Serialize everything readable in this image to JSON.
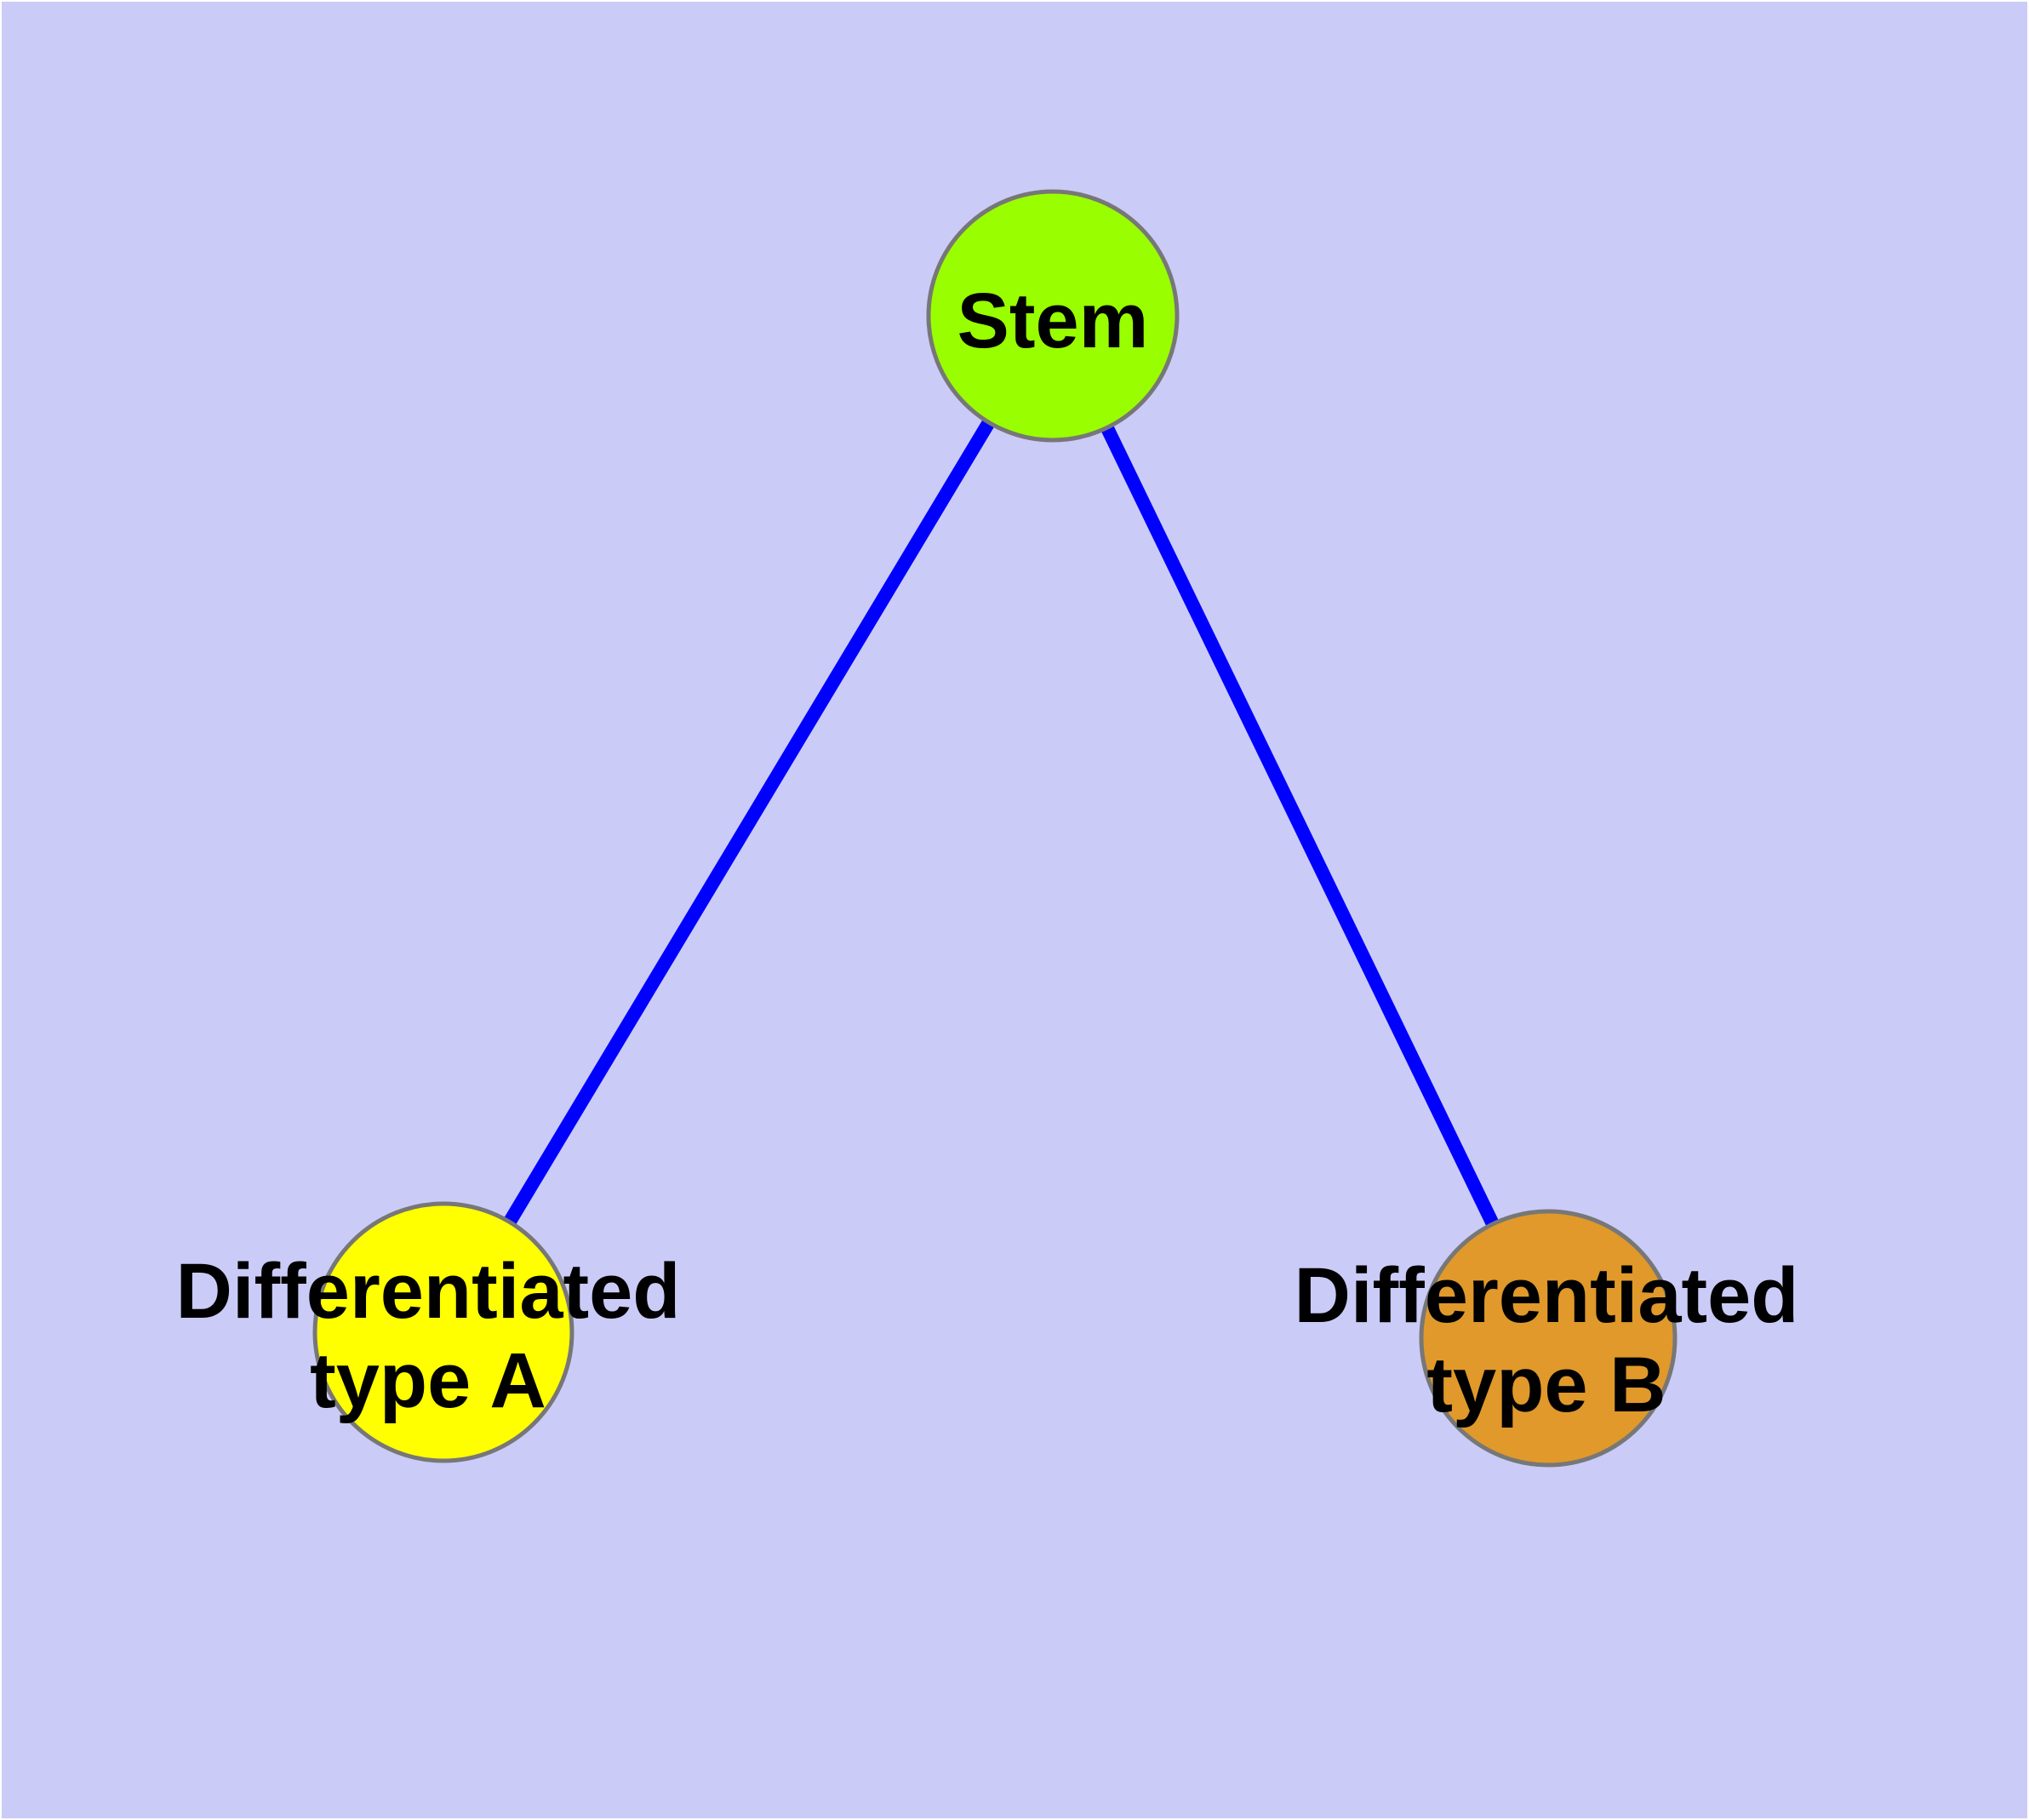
{
  "diagram": {
    "type": "node-link-graph",
    "background_color": "#CBCBF8",
    "page_border_color": "#FFFFFF",
    "edge_color": "#0000FF",
    "node_border_color": "#777777",
    "label_color": "#000000",
    "nodes": [
      {
        "id": "stem",
        "label": "Stem",
        "fill_color": "#99FF00"
      },
      {
        "id": "differentiated-type-a",
        "label_line1": "Differentiated",
        "label_line2": "type A",
        "fill_color": "#FFFF00"
      },
      {
        "id": "differentiated-type-b",
        "label_line1": "Differentiated",
        "label_line2": "type B",
        "fill_color": "#E0992A"
      }
    ],
    "edges": [
      {
        "from": "Stem",
        "to": "Differentiated type A"
      },
      {
        "from": "Stem",
        "to": "Differentiated type B"
      }
    ]
  }
}
